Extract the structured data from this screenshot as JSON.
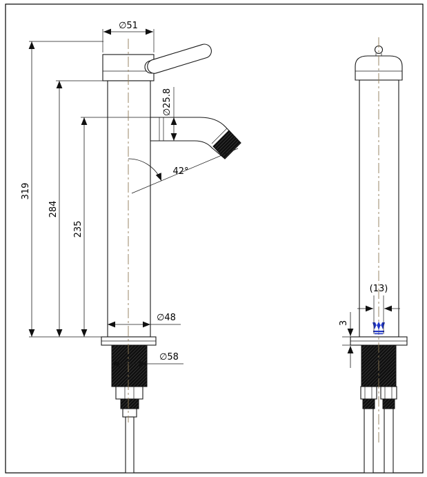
{
  "drawing": {
    "dims": {
      "total_height": "319",
      "body_height": "284",
      "spout_height": "235",
      "top_diameter": "∅51",
      "spout_diameter": "∅25.8",
      "spout_angle": "42°",
      "base_diameter": "∅48",
      "thread_diameter": "∅58",
      "side_ref_width": "(13)",
      "flange_thickness": "3"
    },
    "accent_color": "#1f35c8"
  }
}
